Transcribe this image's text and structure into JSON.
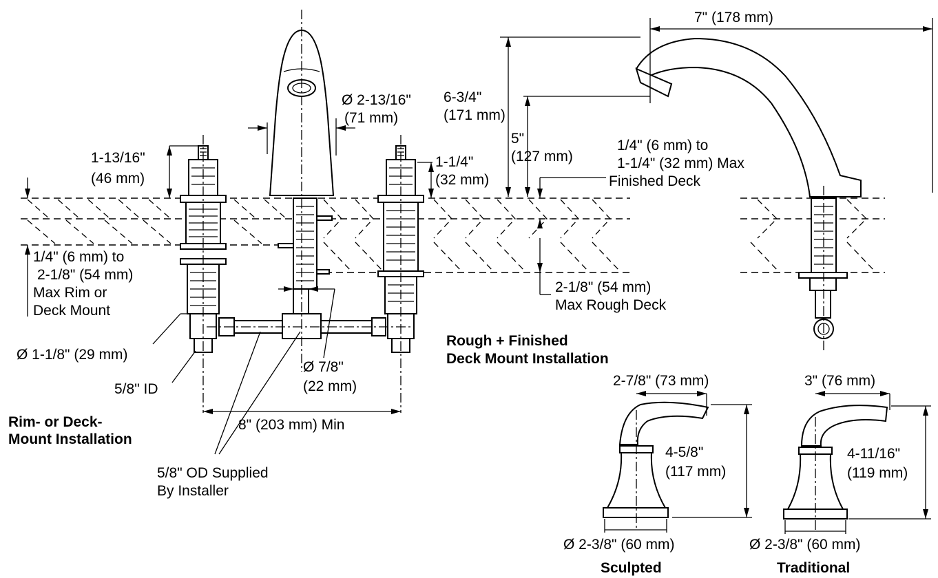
{
  "labels": {
    "spout_reach": "7\" (178 mm)",
    "spout_dia_in": "Ø 2-13/16\"",
    "spout_dia_mm": "(71 mm)",
    "spout_height_in": "6-3/4\"",
    "spout_height_mm": "(171 mm)",
    "spout_clear_in": "5\"",
    "spout_clear_mm": "(127 mm)",
    "deck_range_1": "1/4\" (6 mm) to",
    "deck_range_2": "1-1/4\" (32 mm) Max",
    "deck_range_3": "Finished Deck",
    "stem_left_in": "1-13/16\"",
    "stem_left_mm": "(46 mm)",
    "stem_right_in": "1-1/4\"",
    "stem_right_mm": "(32 mm)",
    "rim_range_1": "1/4\" (6 mm) to",
    "rim_range_2": "2-1/8\" (54 mm)",
    "rim_range_3": "Max Rim or",
    "rim_range_4": "Deck Mount",
    "rough_deck_1": "2-1/8\" (54 mm)",
    "rough_deck_2": "Max Rough Deck",
    "valve_dia": "Ø 1-1/8\" (29 mm)",
    "inlet_id": "5/8\" ID",
    "tube_dia_in": "Ø 7/8\"",
    "tube_dia_mm": "(22 mm)",
    "centers": "8\" (203 mm) Min",
    "supply_1": "5/8\" OD Supplied",
    "supply_2": "By Installer",
    "sculpted_reach": "2-7/8\" (73 mm)",
    "sculpted_height_in": "4-5/8\"",
    "sculpted_height_mm": "(117 mm)",
    "sculpted_base": "Ø 2-3/8\" (60 mm)",
    "traditional_reach": "3\" (76 mm)",
    "traditional_height_in": "4-11/16\"",
    "traditional_height_mm": "(119 mm)",
    "traditional_base": "Ø 2-3/8\" (60 mm)"
  },
  "titles": {
    "rim_1": "Rim- or Deck-",
    "rim_2": "Mount Installation",
    "rough_1": "Rough + Finished",
    "rough_2": "Deck Mount Installation",
    "sculpted": "Sculpted",
    "traditional": "Traditional"
  }
}
